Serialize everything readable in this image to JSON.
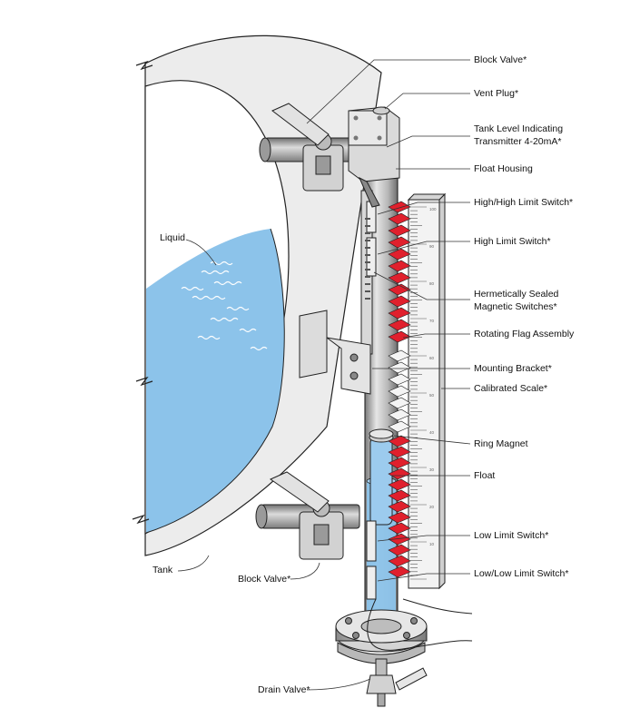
{
  "labels": {
    "block_valve_top": "Block  Valve*",
    "vent_plug": "Vent Plug*",
    "transmitter_line1": "Tank Level Indicating",
    "transmitter_line2": "Transmitter 4-20mA*",
    "float_housing": "Float Housing",
    "high_high_switch": "High/High Limit Switch*",
    "high_switch": "High Limit Switch*",
    "magnetic_switches_line1": "Hermetically Sealed",
    "magnetic_switches_line2": "Magnetic Switches*",
    "rotating_flag": "Rotating Flag Assembly",
    "mounting_bracket": "Mounting Bracket*",
    "calibrated_scale": "Calibrated Scale*",
    "ring_magnet": "Ring Magnet",
    "float": "Float",
    "low_switch": "Low Limit Switch*",
    "low_low_switch": "Low/Low Limit Switch*",
    "liquid": "Liquid",
    "tank": "Tank",
    "block_valve_bottom": "Block Valve*",
    "drain_valve": "Drain Valve*"
  },
  "scale_numbers": [
    "100",
    "90",
    "80",
    "70",
    "60",
    "50",
    "40",
    "30",
    "20",
    "10"
  ],
  "colors": {
    "liquid": "#8cc3ea",
    "flag_red": "#e0202d",
    "steel": "#c4c4c4",
    "tank_wall": "#ececec",
    "line": "#222222"
  }
}
